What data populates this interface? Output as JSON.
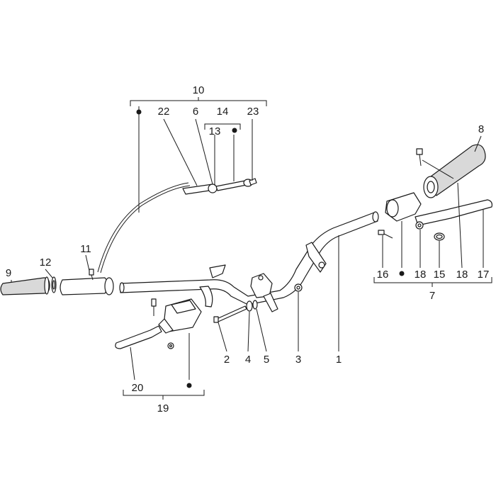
{
  "callouts": {
    "n1": "1",
    "n2": "2",
    "n3": "3",
    "n4": "4",
    "n5": "5",
    "n6": "6",
    "n7": "7",
    "n8": "8",
    "n9": "9",
    "n10": "10",
    "n11": "11",
    "n12": "12",
    "n13": "13",
    "n14": "14",
    "n15": "15",
    "n16": "16",
    "n17": "17",
    "n18a": "18",
    "n18b": "18",
    "n19": "19",
    "n20": "20",
    "n22": "22",
    "n23": "23"
  },
  "colors": {
    "line": "#1a1a1a",
    "grip_fill": "#d9d9d9",
    "background": "#ffffff"
  },
  "icons": {
    "assembly_marker": "filled-dot"
  }
}
